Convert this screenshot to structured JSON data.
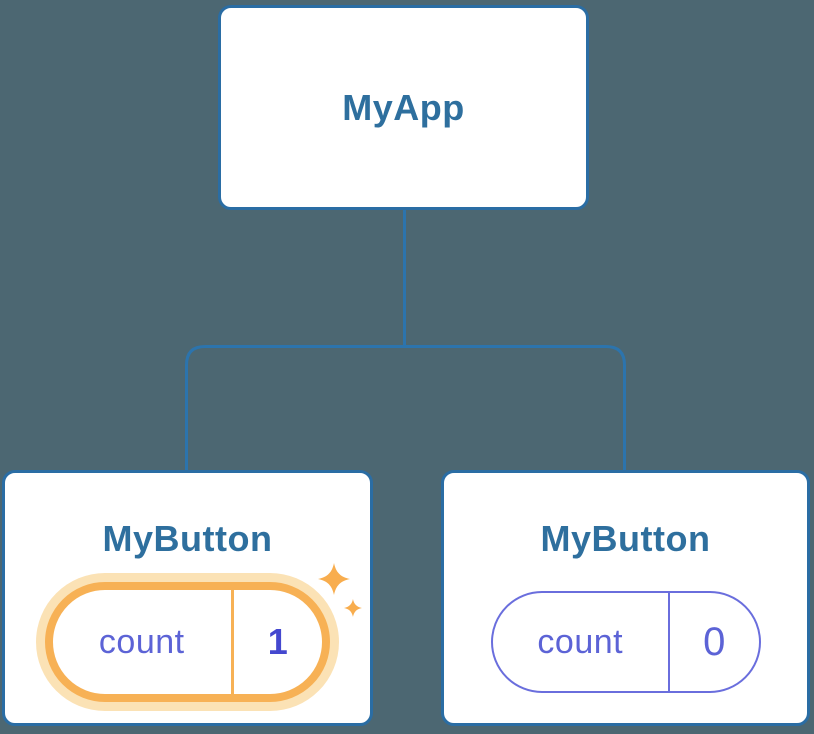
{
  "diagram": {
    "description": "React component tree diagram with isolated state per component instance",
    "tree": {
      "root": {
        "label": "MyApp"
      },
      "children": [
        {
          "label": "MyButton",
          "state": {
            "key": "count",
            "value": "1"
          },
          "highlighted": true,
          "badge": "sparkles"
        },
        {
          "label": "MyButton",
          "state": {
            "key": "count",
            "value": "0"
          },
          "highlighted": false
        }
      ]
    }
  },
  "colors": {
    "bg": "#4c6772",
    "card-bg": "#ffffff",
    "card-border": "#2a6da4",
    "heading": "#2e6f9e",
    "line": "#2c74ad",
    "orange": "#f7b155",
    "orange-halo": "#fbe2b5",
    "sparkle": "#f8ad4e",
    "indigo": "#5c63d6",
    "indigo-strong": "#4448cf",
    "pill-border-indigo": "#6a6edd"
  }
}
